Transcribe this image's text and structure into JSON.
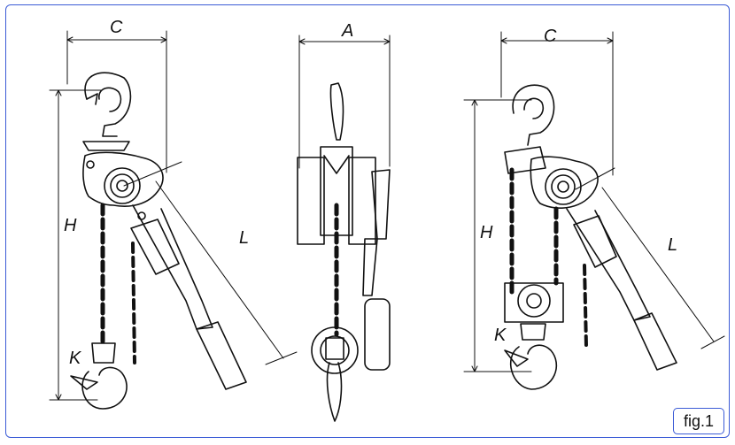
{
  "figure": {
    "badge": "fig.1",
    "views": [
      {
        "name": "front-view-left",
        "labels": {
          "C": "C",
          "H": "H",
          "L": "L",
          "K": "K"
        }
      },
      {
        "name": "side-view-center",
        "labels": {
          "A": "A"
        }
      },
      {
        "name": "front-view-right",
        "labels": {
          "C": "C",
          "H": "H",
          "L": "L",
          "K": "K"
        }
      }
    ]
  },
  "colors": {
    "frame": "#3b5bd6",
    "ink": "#111111"
  }
}
